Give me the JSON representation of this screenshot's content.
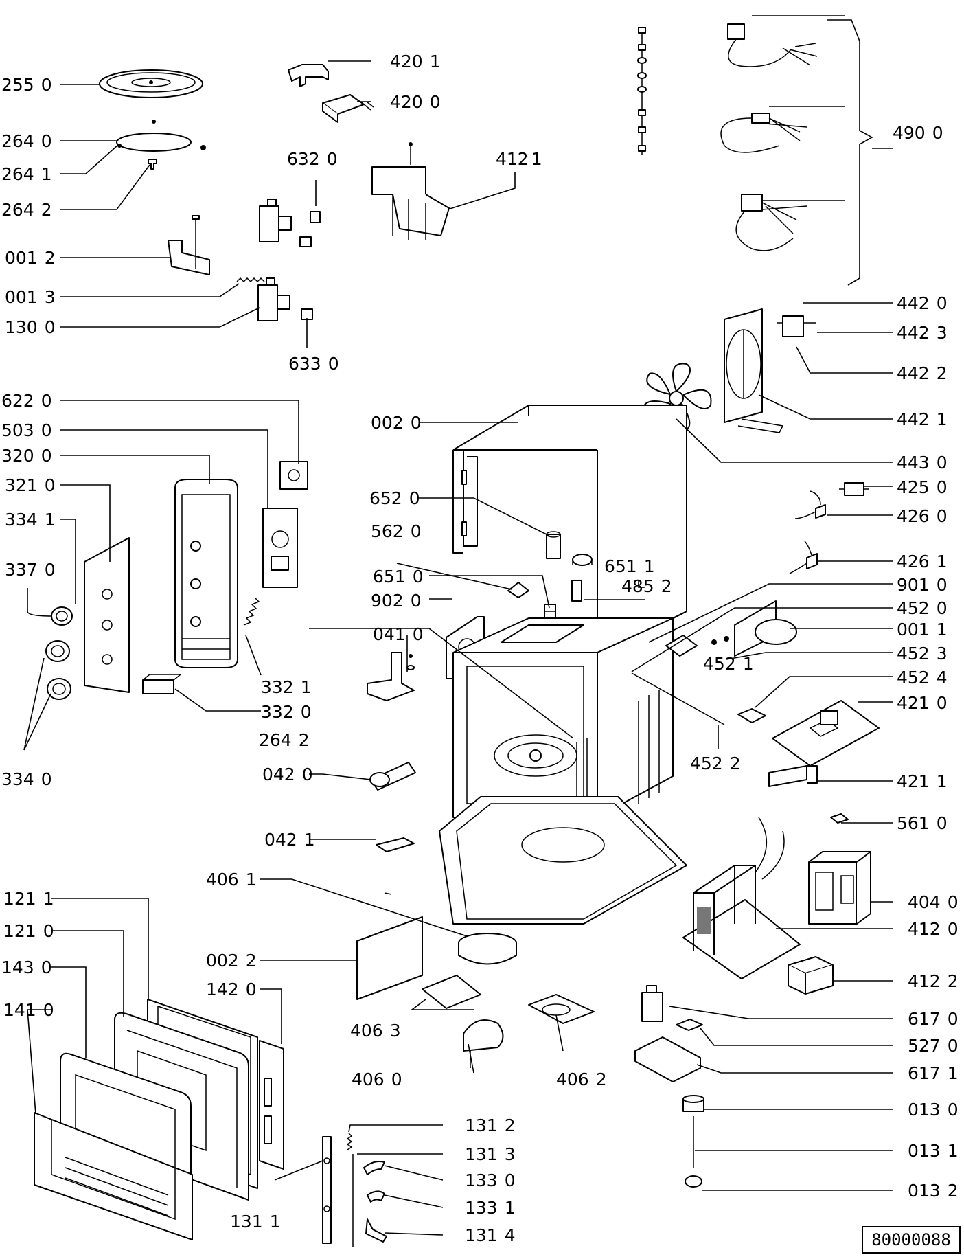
{
  "document_number": "80000088",
  "callouts": [
    {
      "id": "c255-0",
      "num": "255",
      "sub": "0"
    },
    {
      "id": "c264-0",
      "num": "264",
      "sub": "0"
    },
    {
      "id": "c264-1",
      "num": "264",
      "sub": "1"
    },
    {
      "id": "c264-2a",
      "num": "264",
      "sub": "2"
    },
    {
      "id": "c001-2",
      "num": "001",
      "sub": "2"
    },
    {
      "id": "c001-3",
      "num": "001",
      "sub": "3"
    },
    {
      "id": "c130-0",
      "num": "130",
      "sub": "0"
    },
    {
      "id": "c420-1",
      "num": "420",
      "sub": "1"
    },
    {
      "id": "c420-0",
      "num": "420",
      "sub": "0"
    },
    {
      "id": "c632-0",
      "num": "632",
      "sub": "0"
    },
    {
      "id": "c412-1",
      "num": "412",
      "sub": "1"
    },
    {
      "id": "c633-0",
      "num": "633",
      "sub": "0"
    },
    {
      "id": "c490-0",
      "num": "490",
      "sub": "0"
    },
    {
      "id": "c442-0",
      "num": "442",
      "sub": "0"
    },
    {
      "id": "c442-3",
      "num": "442",
      "sub": "3"
    },
    {
      "id": "c442-2",
      "num": "442",
      "sub": "2"
    },
    {
      "id": "c442-1",
      "num": "442",
      "sub": "1"
    },
    {
      "id": "c443-0",
      "num": "443",
      "sub": "0"
    },
    {
      "id": "c622-0",
      "num": "622",
      "sub": "0"
    },
    {
      "id": "c503-0",
      "num": "503",
      "sub": "0"
    },
    {
      "id": "c320-0",
      "num": "320",
      "sub": "0"
    },
    {
      "id": "c321-0",
      "num": "321",
      "sub": "0"
    },
    {
      "id": "c334-1",
      "num": "334",
      "sub": "1"
    },
    {
      "id": "c337-0",
      "num": "337",
      "sub": "0"
    },
    {
      "id": "c332-1",
      "num": "332",
      "sub": "1"
    },
    {
      "id": "c332-0",
      "num": "332",
      "sub": "0"
    },
    {
      "id": "c334-0",
      "num": "334",
      "sub": "0"
    },
    {
      "id": "c002-0",
      "num": "002",
      "sub": "0"
    },
    {
      "id": "c652-0",
      "num": "652",
      "sub": "0"
    },
    {
      "id": "c562-0",
      "num": "562",
      "sub": "0"
    },
    {
      "id": "c651-0",
      "num": "651",
      "sub": "0"
    },
    {
      "id": "c651-1",
      "num": "651",
      "sub": "1"
    },
    {
      "id": "c485-2",
      "num": "485",
      "sub": "2"
    },
    {
      "id": "c902-0",
      "num": "902",
      "sub": "0"
    },
    {
      "id": "c041-0",
      "num": "041",
      "sub": "0"
    },
    {
      "id": "c425-0",
      "num": "425",
      "sub": "0"
    },
    {
      "id": "c426-0",
      "num": "426",
      "sub": "0"
    },
    {
      "id": "c426-1",
      "num": "426",
      "sub": "1"
    },
    {
      "id": "c901-0",
      "num": "901",
      "sub": "0"
    },
    {
      "id": "c452-0",
      "num": "452",
      "sub": "0"
    },
    {
      "id": "c001-1",
      "num": "001",
      "sub": "1"
    },
    {
      "id": "c452-1",
      "num": "452",
      "sub": "1"
    },
    {
      "id": "c452-3",
      "num": "452",
      "sub": "3"
    },
    {
      "id": "c452-4",
      "num": "452",
      "sub": "4"
    },
    {
      "id": "c421-0",
      "num": "421",
      "sub": "0"
    },
    {
      "id": "c452-2",
      "num": "452",
      "sub": "2"
    },
    {
      "id": "c421-1",
      "num": "421",
      "sub": "1"
    },
    {
      "id": "c264-2b",
      "num": "264",
      "sub": "2"
    },
    {
      "id": "c042-0",
      "num": "042",
      "sub": "0"
    },
    {
      "id": "c042-1",
      "num": "042",
      "sub": "1"
    },
    {
      "id": "c561-0",
      "num": "561",
      "sub": "0"
    },
    {
      "id": "c406-1",
      "num": "406",
      "sub": "1"
    },
    {
      "id": "c404-0",
      "num": "404",
      "sub": "0"
    },
    {
      "id": "c412-0",
      "num": "412",
      "sub": "0"
    },
    {
      "id": "c121-1",
      "num": "121",
      "sub": "1"
    },
    {
      "id": "c121-0",
      "num": "121",
      "sub": "0"
    },
    {
      "id": "c002-2",
      "num": "002",
      "sub": "2"
    },
    {
      "id": "c143-0",
      "num": "143",
      "sub": "0"
    },
    {
      "id": "c142-0",
      "num": "142",
      "sub": "0"
    },
    {
      "id": "c412-2",
      "num": "412",
      "sub": "2"
    },
    {
      "id": "c141-0",
      "num": "141",
      "sub": "0"
    },
    {
      "id": "c406-3",
      "num": "406",
      "sub": "3"
    },
    {
      "id": "c617-0",
      "num": "617",
      "sub": "0"
    },
    {
      "id": "c527-0",
      "num": "527",
      "sub": "0"
    },
    {
      "id": "c406-0",
      "num": "406",
      "sub": "0"
    },
    {
      "id": "c406-2",
      "num": "406",
      "sub": "2"
    },
    {
      "id": "c617-1",
      "num": "617",
      "sub": "1"
    },
    {
      "id": "c013-0",
      "num": "013",
      "sub": "0"
    },
    {
      "id": "c131-2",
      "num": "131",
      "sub": "2"
    },
    {
      "id": "c131-3",
      "num": "131",
      "sub": "3"
    },
    {
      "id": "c133-0",
      "num": "133",
      "sub": "0"
    },
    {
      "id": "c013-1",
      "num": "013",
      "sub": "1"
    },
    {
      "id": "c133-1",
      "num": "133",
      "sub": "1"
    },
    {
      "id": "c013-2",
      "num": "013",
      "sub": "2"
    },
    {
      "id": "c131-1",
      "num": "131",
      "sub": "1"
    },
    {
      "id": "c131-4",
      "num": "131",
      "sub": "4"
    }
  ]
}
